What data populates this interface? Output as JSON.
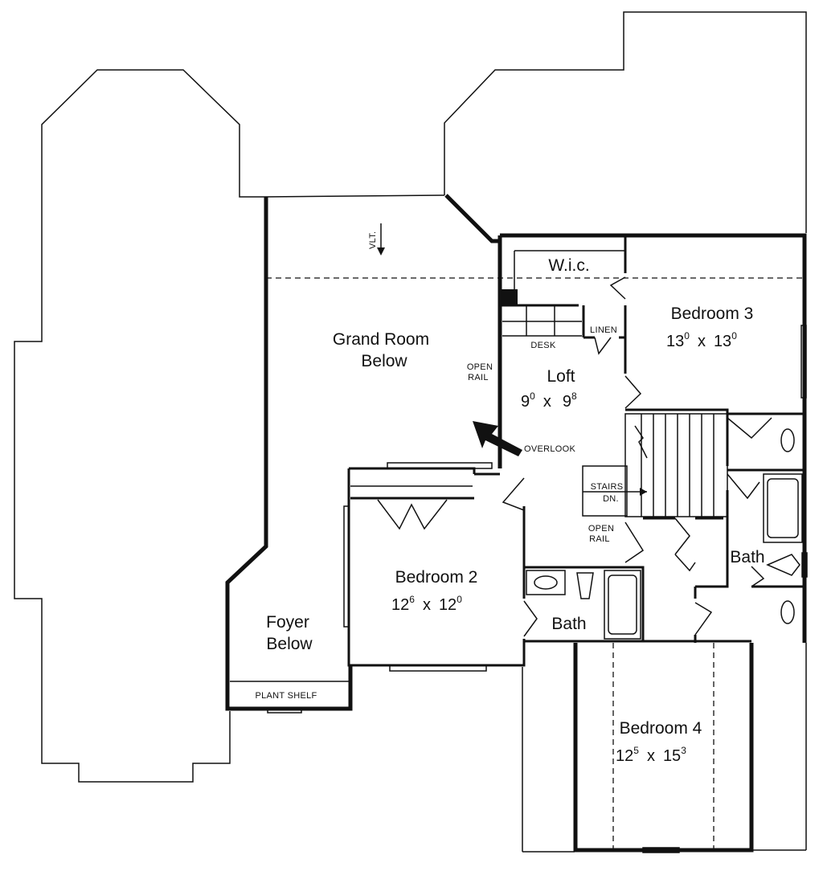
{
  "rooms": {
    "grand_room": {
      "line1": "Grand Room",
      "line2": "Below"
    },
    "foyer": {
      "line1": "Foyer",
      "line2": "Below"
    },
    "loft": {
      "name": "Loft",
      "w": "9",
      "w_sup": "0",
      "x": "x",
      "d": "9",
      "d_sup": "8"
    },
    "bedroom2": {
      "name": "Bedroom 2",
      "w": "12",
      "w_sup": "6",
      "x": "x",
      "d": "12",
      "d_sup": "0"
    },
    "bedroom3": {
      "name": "Bedroom 3",
      "w": "13",
      "w_sup": "0",
      "x": "x",
      "d": "13",
      "d_sup": "0"
    },
    "bedroom4": {
      "name": "Bedroom 4",
      "w": "12",
      "w_sup": "5",
      "x": "x",
      "d": "15",
      "d_sup": "3"
    },
    "bath_center": "Bath",
    "bath_right": "Bath",
    "wic": "W.i.c."
  },
  "notes": {
    "vlt": "VLT.",
    "linen": "LINEN",
    "desk": "DESK",
    "open_rail_1_a": "OPEN",
    "open_rail_1_b": "RAIL",
    "open_rail_2_a": "OPEN",
    "open_rail_2_b": "RAIL",
    "overlook": "OVERLOOK",
    "stairs": "STAIRS",
    "stairs_dn": "DN.",
    "plant_shelf": "PLANT SHELF"
  }
}
